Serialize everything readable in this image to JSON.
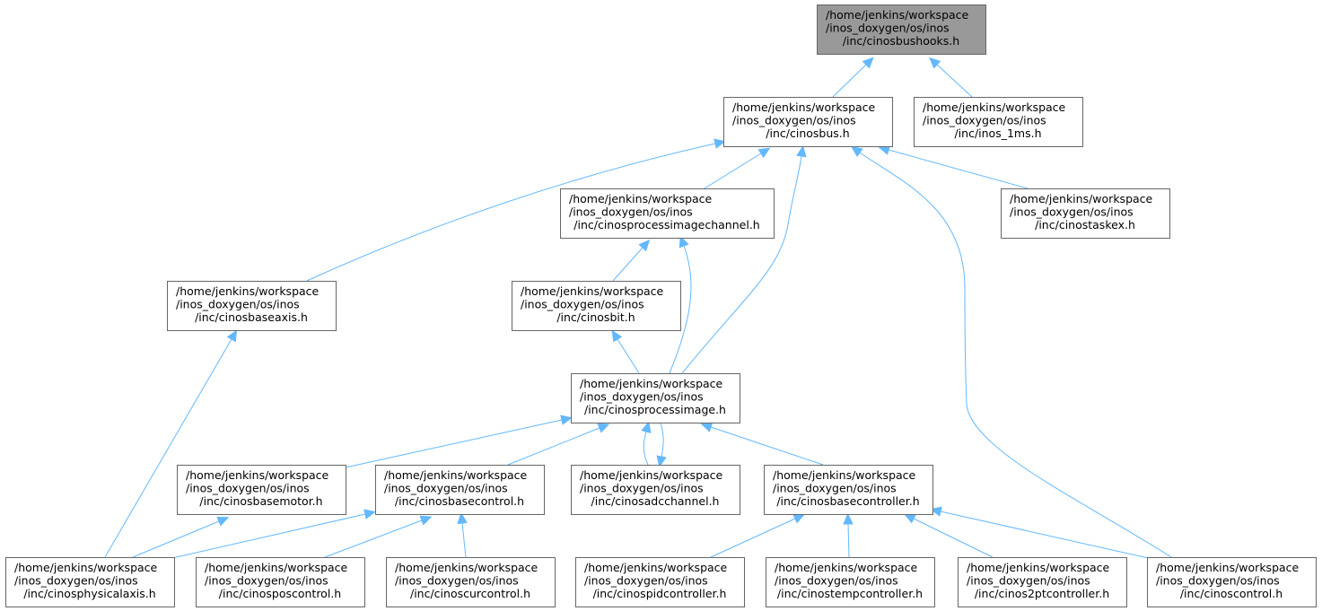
{
  "nodes": [
    {
      "id": "cinosbushooks",
      "lines": [
        "/home/jenkins/workspace",
        "/inos_doxygen/os/inos",
        "/inc/cinosbushooks.h"
      ],
      "highlighted": true
    },
    {
      "id": "cinosbus",
      "lines": [
        "/home/jenkins/workspace",
        "/inos_doxygen/os/inos",
        "/inc/cinosbus.h"
      ]
    },
    {
      "id": "inos_1ms",
      "lines": [
        "/home/jenkins/workspace",
        "/inos_doxygen/os/inos",
        "/inc/inos_1ms.h"
      ]
    },
    {
      "id": "cinosprocessimagechannel",
      "lines": [
        "/home/jenkins/workspace",
        "/inos_doxygen/os/inos",
        "/inc/cinosprocessimagechannel.h"
      ]
    },
    {
      "id": "cinostaskex",
      "lines": [
        "/home/jenkins/workspace",
        "/inos_doxygen/os/inos",
        "/inc/cinostaskex.h"
      ]
    },
    {
      "id": "cinosbaseaxis",
      "lines": [
        "/home/jenkins/workspace",
        "/inos_doxygen/os/inos",
        "/inc/cinosbaseaxis.h"
      ]
    },
    {
      "id": "cinosbit",
      "lines": [
        "/home/jenkins/workspace",
        "/inos_doxygen/os/inos",
        "/inc/cinosbit.h"
      ]
    },
    {
      "id": "cinosprocessimage",
      "lines": [
        "/home/jenkins/workspace",
        "/inos_doxygen/os/inos",
        "/inc/cinosprocessimage.h"
      ]
    },
    {
      "id": "cinosbasemotor",
      "lines": [
        "/home/jenkins/workspace",
        "/inos_doxygen/os/inos",
        "/inc/cinosbasemotor.h"
      ]
    },
    {
      "id": "cinosbasecontrol",
      "lines": [
        "/home/jenkins/workspace",
        "/inos_doxygen/os/inos",
        "/inc/cinosbasecontrol.h"
      ]
    },
    {
      "id": "cinosadcchannel",
      "lines": [
        "/home/jenkins/workspace",
        "/inos_doxygen/os/inos",
        "/inc/cinosadcchannel.h"
      ]
    },
    {
      "id": "cinosbasecontroller",
      "lines": [
        "/home/jenkins/workspace",
        "/inos_doxygen/os/inos",
        "/inc/cinosbasecontroller.h"
      ]
    },
    {
      "id": "cinosphysicalaxis",
      "lines": [
        "/home/jenkins/workspace",
        "/inos_doxygen/os/inos",
        "/inc/cinosphysicalaxis.h"
      ]
    },
    {
      "id": "cinosposcontrol",
      "lines": [
        "/home/jenkins/workspace",
        "/inos_doxygen/os/inos",
        "/inc/cinosposcontrol.h"
      ]
    },
    {
      "id": "cinoscurcontrol",
      "lines": [
        "/home/jenkins/workspace",
        "/inos_doxygen/os/inos",
        "/inc/cinoscurcontrol.h"
      ]
    },
    {
      "id": "cinospidcontroller",
      "lines": [
        "/home/jenkins/workspace",
        "/inos_doxygen/os/inos",
        "/inc/cinospidcontroller.h"
      ]
    },
    {
      "id": "cinostempcontroller",
      "lines": [
        "/home/jenkins/workspace",
        "/inos_doxygen/os/inos",
        "/inc/cinostempcontroller.h"
      ]
    },
    {
      "id": "cinos2ptcontroller",
      "lines": [
        "/home/jenkins/workspace",
        "/inos_doxygen/os/inos",
        "/inc/cinos2ptcontroller.h"
      ]
    },
    {
      "id": "cinoscontrol",
      "lines": [
        "/home/jenkins/workspace",
        "/inos_doxygen/os/inos",
        "/inc/cinoscontrol.h"
      ]
    }
  ],
  "edges": [
    {
      "from": "cinosbus",
      "to": "cinosbushooks"
    },
    {
      "from": "inos_1ms",
      "to": "cinosbushooks"
    },
    {
      "from": "cinosprocessimagechannel",
      "to": "cinosbus"
    },
    {
      "from": "cinostaskex",
      "to": "cinosbus"
    },
    {
      "from": "cinosbaseaxis",
      "to": "cinosbus"
    },
    {
      "from": "cinosprocessimage",
      "to": "cinosbus"
    },
    {
      "from": "cinoscontrol",
      "to": "cinosbus"
    },
    {
      "from": "cinosbit",
      "to": "cinosprocessimagechannel"
    },
    {
      "from": "cinosprocessimage",
      "to": "cinosprocessimagechannel"
    },
    {
      "from": "cinosprocessimage",
      "to": "cinosbit"
    },
    {
      "from": "cinosphysicalaxis",
      "to": "cinosbaseaxis"
    },
    {
      "from": "cinosbasemotor",
      "to": "cinosprocessimage"
    },
    {
      "from": "cinosbasecontrol",
      "to": "cinosprocessimage"
    },
    {
      "from": "cinosadcchannel",
      "to": "cinosprocessimage"
    },
    {
      "from": "cinosprocessimage",
      "to": "cinosadcchannel"
    },
    {
      "from": "cinosbasecontroller",
      "to": "cinosprocessimage"
    },
    {
      "from": "cinosphysicalaxis",
      "to": "cinosbasemotor"
    },
    {
      "from": "cinosphysicalaxis",
      "to": "cinosbasecontrol"
    },
    {
      "from": "cinosposcontrol",
      "to": "cinosbasecontrol"
    },
    {
      "from": "cinoscurcontrol",
      "to": "cinosbasecontrol"
    },
    {
      "from": "cinospidcontroller",
      "to": "cinosbasecontroller"
    },
    {
      "from": "cinostempcontroller",
      "to": "cinosbasecontroller"
    },
    {
      "from": "cinos2ptcontroller",
      "to": "cinosbasecontroller"
    },
    {
      "from": "cinoscontrol",
      "to": "cinosbasecontroller"
    }
  ],
  "colors": {
    "edge": "#63b8ff",
    "node_border": "#666666",
    "node_fill": "#ffffff",
    "highlight_fill": "#999999"
  }
}
